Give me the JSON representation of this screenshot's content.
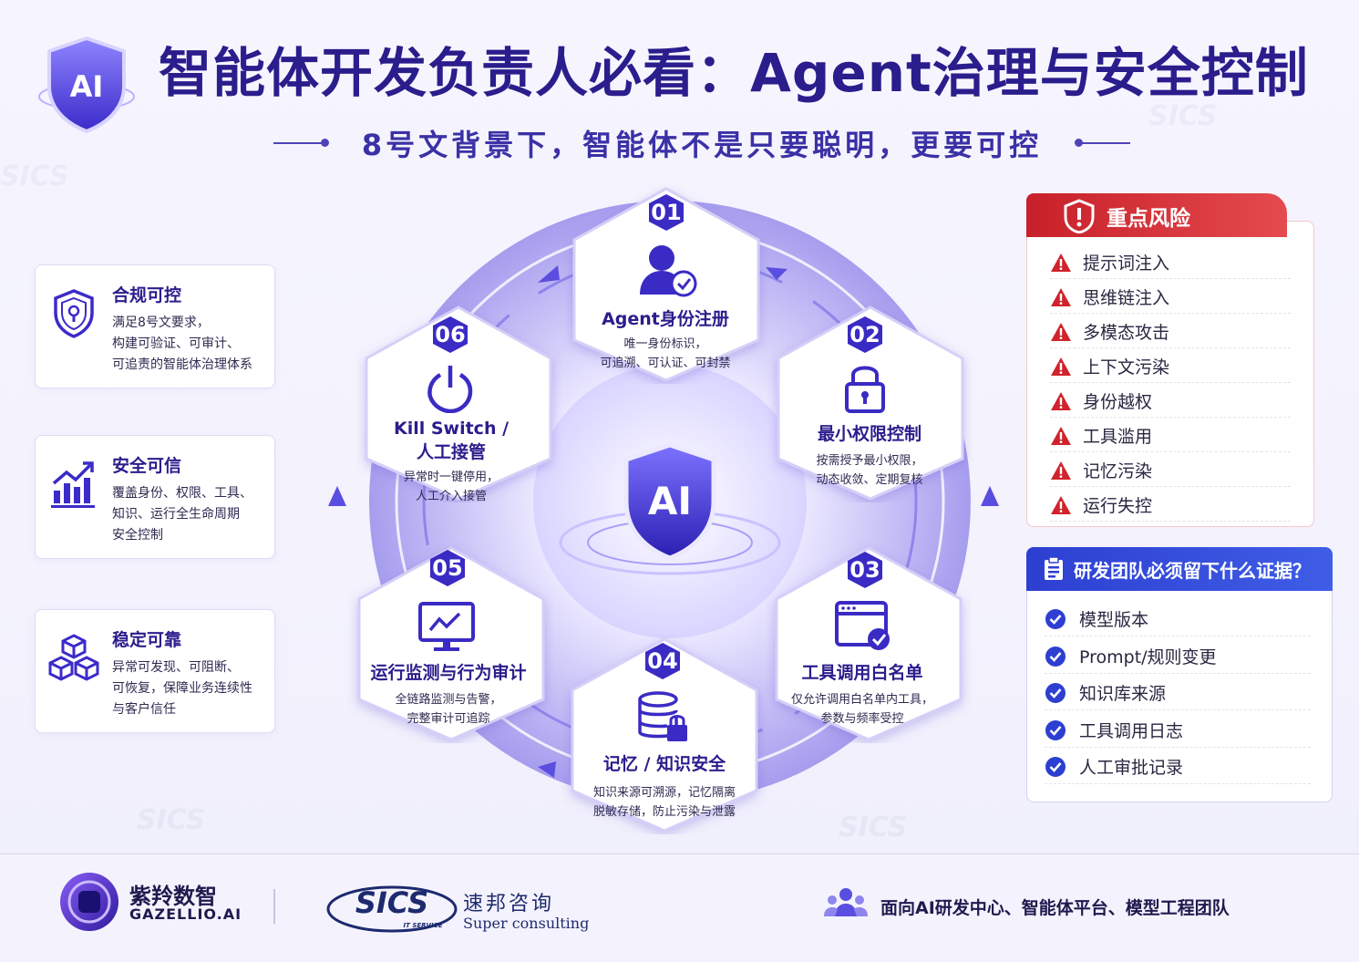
{
  "header": {
    "logo_text": "AI",
    "title": "智能体开发负责人必看：Agent治理与安全控制",
    "subtitle": "8号文背景下，智能体不是只要聪明，更要可控"
  },
  "left_cards": [
    {
      "icon": "shield-icon",
      "title": "合规可控",
      "desc": "满足8号文要求，\n构建可验证、可审计、\n可追责的智能体治理体系"
    },
    {
      "icon": "growth-chart-icon",
      "title": "安全可信",
      "desc": "覆盖身份、权限、工具、\n知识、运行全生命周期\n安全控制"
    },
    {
      "icon": "cubes-icon",
      "title": "稳定可靠",
      "desc": "异常可发现、可阻断、\n可恢复，保障业务连续性\n与客户信任"
    }
  ],
  "center": {
    "core_label": "AI"
  },
  "hexes": [
    {
      "num": "01",
      "icon": "user-check-icon",
      "title": "Agent身份注册",
      "desc": "唯一身份标识，\n可追溯、可认证、可封禁"
    },
    {
      "num": "02",
      "icon": "lock-icon",
      "title": "最小权限控制",
      "desc": "按需授予最小权限，\n动态收敛、定期复核"
    },
    {
      "num": "03",
      "icon": "browser-check-icon",
      "title": "工具调用白名单",
      "desc": "仅允许调用白名单内工具，\n参数与频率受控"
    },
    {
      "num": "04",
      "icon": "database-lock-icon",
      "title": "记忆 / 知识安全",
      "desc": "知识来源可溯源，记忆隔离\n脱敏存储，防止污染与泄露"
    },
    {
      "num": "05",
      "icon": "monitor-chart-icon",
      "title": "运行监测与行为审计",
      "desc": "全链路监测与告警，\n完整审计可追踪"
    },
    {
      "num": "06",
      "icon": "power-icon",
      "title": "Kill Switch /\n人工接管",
      "desc": "异常时一键停用，\n人工介入接管"
    }
  ],
  "risk_panel": {
    "title": "重点风险",
    "items": [
      "提示词注入",
      "思维链注入",
      "多模态攻击",
      "上下文污染",
      "身份越权",
      "工具滥用",
      "记忆污染",
      "运行失控"
    ]
  },
  "evidence_panel": {
    "title": "研发团队必须留下什么证据？",
    "items": [
      "模型版本",
      "Prompt/规则变更",
      "知识库来源",
      "工具调用日志",
      "人工审批记录"
    ]
  },
  "footer": {
    "brand_cn": "紫羚数智",
    "brand_en": "GAZELLIO.AI",
    "sics_logo_text": "SICS",
    "sics_logo_sub": "IT SERVICE",
    "sics_cn": "速邦咨询",
    "sics_en": "Super consulting",
    "audience": "面向AI研发中心、智能体平台、模型工程团队"
  },
  "colors": {
    "primary": "#2a1d8c",
    "accent": "#5a4ee0",
    "risk": "#d0232b",
    "evidence": "#2d3fd1"
  }
}
